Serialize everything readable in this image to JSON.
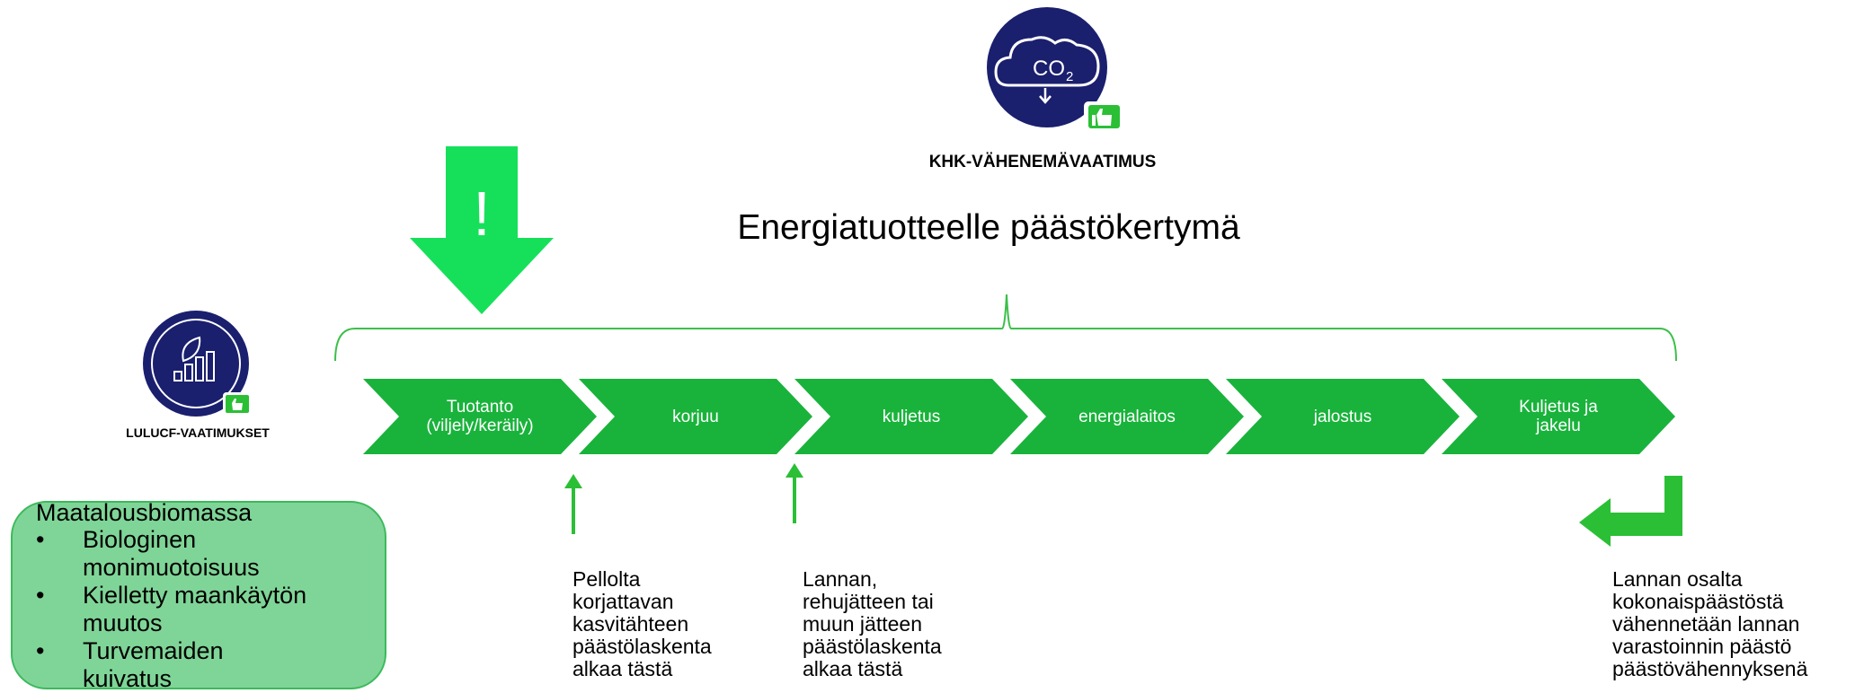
{
  "top_icon": {
    "co2_text": "CO",
    "co2_sub": "2",
    "label": "KHK-VÄHENEMÄVAATIMUS"
  },
  "alert_mark": "!",
  "title": "Energiatuotteelle päästökertymä",
  "lulucf": {
    "label": "LULUCF-VAATIMUKSET"
  },
  "chain": [
    {
      "label": "Tuotanto\n(viljely/keräily)"
    },
    {
      "label": "korjuu"
    },
    {
      "label": "kuljetus"
    },
    {
      "label": "energialaitos"
    },
    {
      "label": "jalostus"
    },
    {
      "label": "Kuljetus ja\njakelu"
    }
  ],
  "notes": {
    "harvest": [
      "Pellolta",
      "korjattavan",
      "kasvitähteen",
      "päästölaskenta",
      "alkaa tästä"
    ],
    "manure": [
      "Lannan,",
      "rehujätteen tai",
      "muun jätteen",
      "päästölaskenta",
      "alkaa tästä"
    ],
    "storage": [
      "Lannan osalta",
      "kokonaispäästöstä",
      "vähennetään lannan",
      "varastoinnin päästö",
      "päästövähennyksenä"
    ]
  },
  "box": {
    "title": "Maatalousbiomassa",
    "bullet": "•",
    "items": [
      "Biologinen monimuotoisuus",
      "Kielletty maankäytön muutos",
      "Turvemaiden kuivatus"
    ],
    "item_lines": [
      [
        "Biologinen",
        "monimuotoisuus"
      ],
      [
        "Kielletty maankäytön",
        "muutos"
      ],
      [
        "Turvemaiden",
        "kuivatus"
      ]
    ]
  },
  "colors": {
    "navy": "#1a1f6e",
    "chevron": "#19b33b",
    "arrow": "#16e05a",
    "box": "#7fd597",
    "box_border": "#3cb95c"
  }
}
